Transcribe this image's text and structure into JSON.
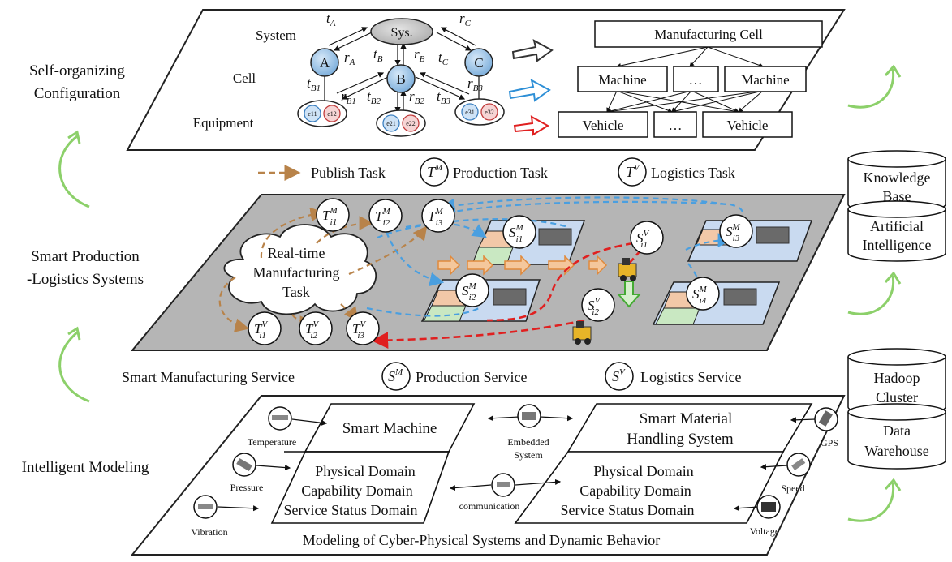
{
  "side_labels": {
    "self_organizing": [
      "Self-organizing",
      "Configuration"
    ],
    "smart_pls": [
      "Smart Production",
      "-Logistics Systems"
    ],
    "intelligent_modeling": "Intelligent Modeling"
  },
  "top_layer": {
    "levels": {
      "system": "System",
      "cell": "Cell",
      "equipment": "Equipment"
    },
    "sys_node": "Sys.",
    "cell_nodes": [
      "A",
      "B",
      "C"
    ],
    "equipment_nodes": [
      [
        "e11",
        "e12"
      ],
      [
        "e21",
        "e22"
      ],
      [
        "e31",
        "e32"
      ]
    ],
    "edge_labels": {
      "tA": "t",
      "tA_sub": "A",
      "rA": "r",
      "rA_sub": "A",
      "tB": "t",
      "tB_sub": "B",
      "rB": "r",
      "rB_sub": "B",
      "tC": "t",
      "tC_sub": "C",
      "rC": "r",
      "rC_sub": "C",
      "tB1": "t",
      "tB1_sub": "B1",
      "rB1": "r",
      "rB1_sub": "B1",
      "tB2": "t",
      "tB2_sub": "B2",
      "rB2": "r",
      "rB2_sub": "B2",
      "tB3": "t",
      "tB3_sub": "B3",
      "rB3": "r",
      "rB3_sub": "B3"
    },
    "hierarchy": {
      "top": "Manufacturing Cell",
      "machines": [
        "Machine",
        "…",
        "Machine"
      ],
      "vehicles": [
        "Vehicle",
        "…",
        "Vehicle"
      ]
    },
    "arrow_colors": {
      "system": "#333333",
      "cell": "#2e8fd6",
      "equipment": "#e02020"
    }
  },
  "legend_top": {
    "publish_task": "Publish Task",
    "production_task": "Production Task",
    "logistics_task": "Logistics Task",
    "tm_symbol": "T",
    "tm_sup": "M",
    "tv_symbol": "T",
    "tv_sup": "V"
  },
  "middle_layer": {
    "cloud_text": [
      "Real-time",
      "Manufacturing",
      "Task"
    ],
    "production_tasks": [
      {
        "sym": "T",
        "sup": "M",
        "sub": "i1"
      },
      {
        "sym": "T",
        "sup": "M",
        "sub": "i2"
      },
      {
        "sym": "T",
        "sup": "M",
        "sub": "i3"
      }
    ],
    "logistics_tasks": [
      {
        "sym": "T",
        "sup": "V",
        "sub": "i1"
      },
      {
        "sym": "T",
        "sup": "V",
        "sub": "i2"
      },
      {
        "sym": "T",
        "sup": "V",
        "sub": "i3"
      }
    ],
    "production_services": [
      {
        "sym": "S",
        "sup": "M",
        "sub": "i1"
      },
      {
        "sym": "S",
        "sup": "M",
        "sub": "i2"
      },
      {
        "sym": "S",
        "sup": "M",
        "sub": "i3"
      },
      {
        "sym": "S",
        "sup": "M",
        "sub": "i4"
      }
    ],
    "logistics_services": [
      {
        "sym": "S",
        "sup": "V",
        "sub": "i1"
      },
      {
        "sym": "S",
        "sup": "V",
        "sub": "i2"
      }
    ]
  },
  "legend_bottom": {
    "smart_manufacturing_service": "Smart Manufacturing Service",
    "production_service": "Production Service",
    "logistics_service": "Logistics Service",
    "sm_symbol": "S",
    "sm_sup": "M",
    "sv_symbol": "S",
    "sv_sup": "V"
  },
  "databases": {
    "kb": [
      "Knowledge",
      "Base"
    ],
    "ai": [
      "Artificial",
      "Intelligence"
    ],
    "hadoop": [
      "Hadoop",
      "Cluster"
    ],
    "dw": [
      "Data",
      "Warehouse"
    ]
  },
  "bottom_layer": {
    "smart_machine": "Smart Machine",
    "smhs": [
      "Smart Material",
      "Handling System"
    ],
    "domains": [
      "Physical Domain",
      "Capability Domain",
      "Service Status Domain"
    ],
    "sensors_left": [
      "Temperature",
      "Pressure",
      "Vibration"
    ],
    "sensors_right": [
      "GPS",
      "Speed",
      "Voltage"
    ],
    "embedded": [
      "Embedded",
      "System"
    ],
    "communication": "communication",
    "caption": "Modeling of Cyber-Physical Systems and Dynamic Behavior"
  }
}
